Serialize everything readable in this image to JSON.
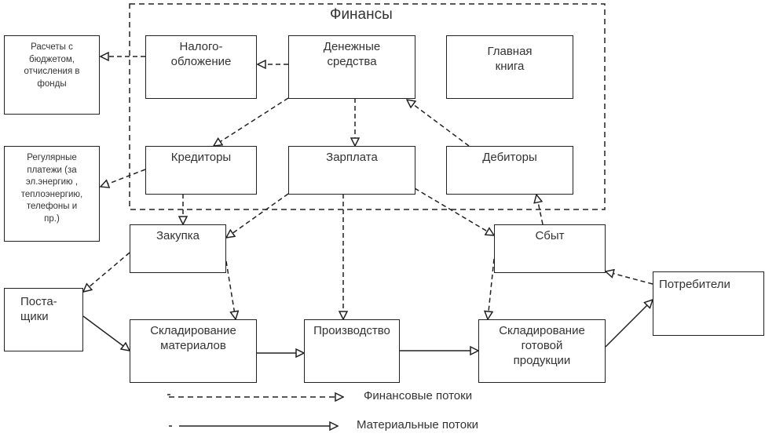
{
  "frame": {
    "title": "Финансы"
  },
  "nodes": {
    "tax": "Налого-\nобложение",
    "cash": "Денежные\nсредства",
    "ledger": "Главная\nкнига",
    "creditors": "Кредиторы",
    "salary": "Зарплата",
    "debtors": "Дебиторы",
    "budget": "Расчеты с\nбюджетом,\nотчисления  в\nфонды",
    "regular": "Регулярные\nплатежи (за\nэл.энергию ,\nтеплоэнергию,\nтелефоны и\nпр.)",
    "purchase": "Закупка",
    "sales": "Сбыт",
    "suppliers": "Поста-\nщики",
    "materials_storage": "Складирование\nматериалов",
    "production": "Производство",
    "product_storage": "Складирование\nготовой\nпродукции",
    "consumers": "Потребители"
  },
  "legend": {
    "financial": "Финансовые потоки",
    "material": "Материальные потоки"
  },
  "edges": [
    {
      "from": "tax",
      "to": "budget",
      "type": "financial"
    },
    {
      "from": "cash",
      "to": "tax",
      "type": "financial"
    },
    {
      "from": "cash",
      "to": "creditors",
      "type": "financial"
    },
    {
      "from": "cash",
      "to": "salary",
      "type": "financial"
    },
    {
      "from": "debtors",
      "to": "cash",
      "type": "financial"
    },
    {
      "from": "creditors",
      "to": "regular",
      "type": "financial"
    },
    {
      "from": "creditors",
      "to": "purchase",
      "type": "financial"
    },
    {
      "from": "salary",
      "to": "purchase",
      "type": "financial"
    },
    {
      "from": "salary",
      "to": "production",
      "type": "financial"
    },
    {
      "from": "salary",
      "to": "sales",
      "type": "financial"
    },
    {
      "from": "sales",
      "to": "debtors",
      "type": "financial"
    },
    {
      "from": "purchase",
      "to": "suppliers",
      "type": "financial"
    },
    {
      "from": "purchase",
      "to": "materials_storage",
      "type": "financial"
    },
    {
      "from": "sales",
      "to": "product_storage",
      "type": "financial"
    },
    {
      "from": "consumers",
      "to": "sales",
      "type": "financial"
    },
    {
      "from": "suppliers",
      "to": "materials_storage",
      "type": "material"
    },
    {
      "from": "materials_storage",
      "to": "production",
      "type": "material"
    },
    {
      "from": "production",
      "to": "product_storage",
      "type": "material"
    },
    {
      "from": "product_storage",
      "to": "consumers",
      "type": "material"
    }
  ]
}
